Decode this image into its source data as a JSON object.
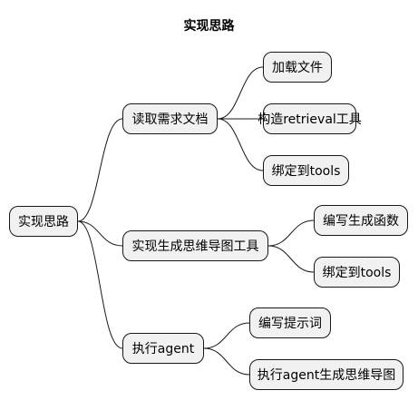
{
  "title": "实现思路",
  "root": {
    "label": "实现思路"
  },
  "branches": [
    {
      "label": "读取需求文档",
      "children": [
        "加载文件",
        "构造retrieval工具",
        "绑定到tools"
      ]
    },
    {
      "label": "实现生成思维导图工具",
      "children": [
        "编写生成函数",
        "绑定到tools"
      ]
    },
    {
      "label": "执行agent",
      "children": [
        "编写提示词",
        "执行agent生成思维导图"
      ]
    }
  ],
  "colors": {
    "node_fill": "#f1f1f1",
    "node_border": "#181818",
    "edge": "#181818",
    "background": "#ffffff"
  }
}
